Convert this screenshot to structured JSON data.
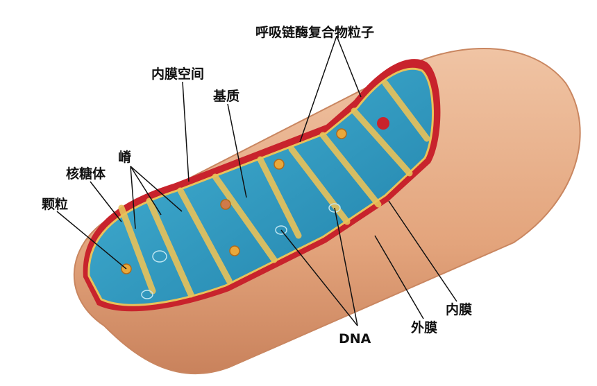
{
  "labels": {
    "respiratory_complex": "呼吸链酶复合物粒子",
    "intermembrane_space": "内膜空间",
    "matrix": "基质",
    "cristae": "嵴",
    "ribosome": "核糖体",
    "granule": "颗粒",
    "dna": "DNA",
    "outer_membrane": "外膜",
    "inner_membrane": "内膜"
  },
  "colors": {
    "outer": "#e0a07a",
    "outer_edge": "#c97b55",
    "inner_membrane": "#c8232c",
    "matrix": "#2f9ec4",
    "cristae": "#e8c25a"
  }
}
